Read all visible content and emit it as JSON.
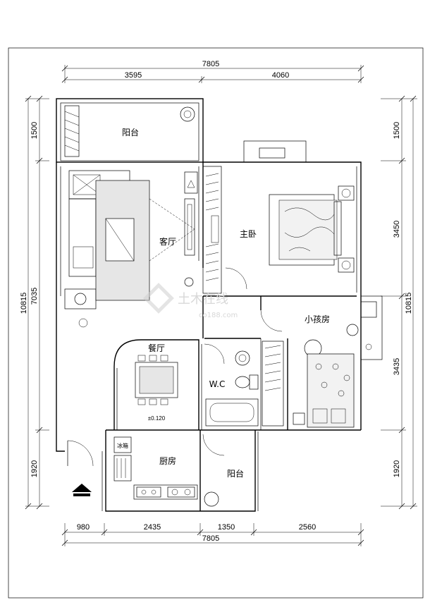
{
  "dimensions": {
    "top_total": "7805",
    "top_left": "3595",
    "top_right": "4060",
    "bottom_total": "7805",
    "bottom_segments": [
      "980",
      "2435",
      "1350",
      "2560"
    ],
    "left_total": "10815",
    "left_segments": [
      "1500",
      "7035",
      "1920"
    ],
    "right_total": "10815",
    "right_segments": [
      "1500",
      "3450",
      "3435",
      "1920"
    ]
  },
  "rooms": {
    "balcony_top": "阳台",
    "living_room": "客厅",
    "master_bedroom": "主卧",
    "kids_room": "小孩房",
    "dining_room": "餐厅",
    "wc": "W.C",
    "kitchen": "厨房",
    "fridge": "冰箱",
    "balcony_bottom": "阳台"
  },
  "annotations": {
    "floor_level": "±0.120"
  },
  "watermark": {
    "brand": "土木在线",
    "site": "co188.com"
  }
}
